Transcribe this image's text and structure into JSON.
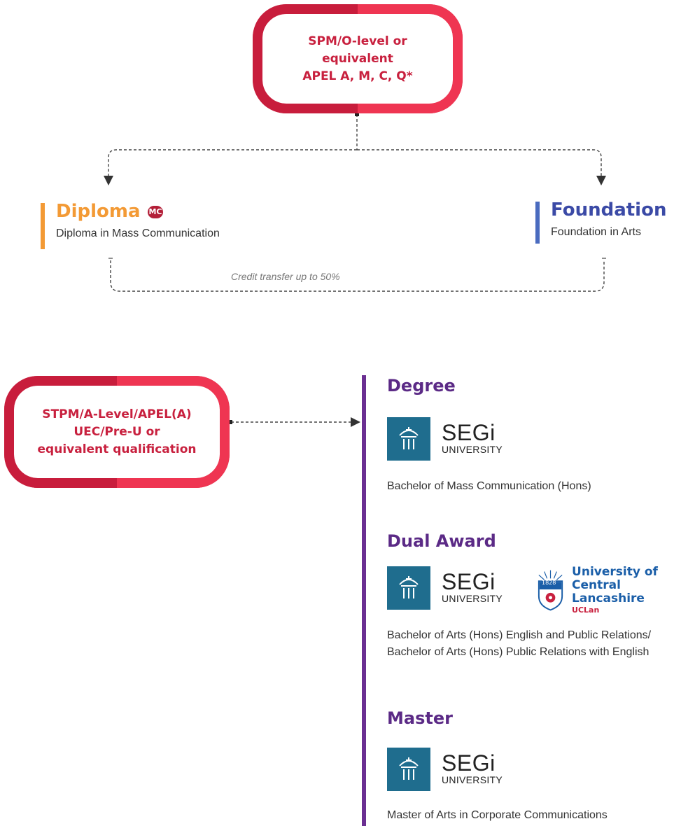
{
  "entry_top": {
    "lines": [
      "SPM/O-level or",
      "equivalent",
      "APEL A, M, C, Q*"
    ]
  },
  "diploma": {
    "title": "Diploma",
    "badge": "MC",
    "subtitle": "Diploma in Mass Communication",
    "accent": "#f39a35"
  },
  "foundation": {
    "title": "Foundation",
    "subtitle": "Foundation in Arts",
    "accent": "#4a6bbf"
  },
  "credit_transfer": "Credit transfer up to 50%",
  "entry_bottom": {
    "lines": [
      "STPM/A-Level/APEL(A)",
      "UEC/Pre-U or",
      "equivalent qualification"
    ]
  },
  "pathways": {
    "accent": "#6b2f92",
    "degree": {
      "heading": "Degree",
      "program": "Bachelor of Mass Communication (Hons)"
    },
    "dual_award": {
      "heading": "Dual Award",
      "program_line1": "Bachelor of Arts (Hons) English and Public Relations/",
      "program_line2": "Bachelor of Arts (Hons) Public Relations with English"
    },
    "master": {
      "heading": "Master",
      "program": "Master of Arts in Corporate Communications"
    }
  },
  "logos": {
    "segi_name": "SEGi",
    "segi_sub": "UNIVERSITY",
    "uclan_line1": "University of",
    "uclan_line2": "Central Lancashire",
    "uclan_short": "UCLan",
    "uclan_year": "1828"
  }
}
